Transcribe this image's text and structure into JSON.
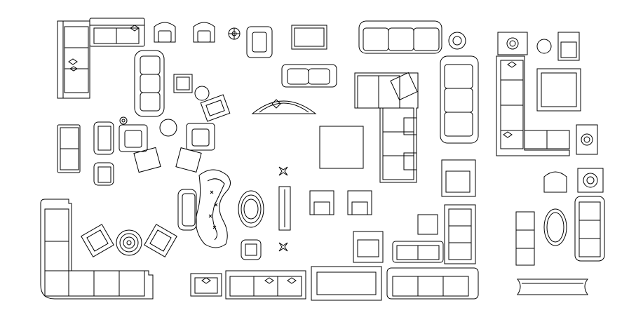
{
  "drawing": {
    "kind": "furniture-block-library",
    "stroke_color": "#000000",
    "background_color": "#ffffff",
    "blocks": [
      {
        "name": "corner-sofa-top-left-block"
      },
      {
        "name": "three-seat-sofa-block"
      },
      {
        "name": "armchair-block"
      },
      {
        "name": "side-table-block"
      },
      {
        "name": "curved-sofa-block"
      },
      {
        "name": "lounge-chair-block"
      },
      {
        "name": "round-table-block"
      },
      {
        "name": "corner-sofa-bottom-left-block"
      },
      {
        "name": "round-rug-block"
      },
      {
        "name": "chaise-sofa-block"
      },
      {
        "name": "oval-rug-block"
      },
      {
        "name": "square-table-block"
      },
      {
        "name": "half-round-rug-block"
      },
      {
        "name": "l-shaped-sectional-block"
      },
      {
        "name": "dining-table-block"
      },
      {
        "name": "corner-sectional-right-block"
      },
      {
        "name": "coffee-table-block"
      },
      {
        "name": "oval-coffee-table-block"
      },
      {
        "name": "bench-block"
      }
    ]
  }
}
